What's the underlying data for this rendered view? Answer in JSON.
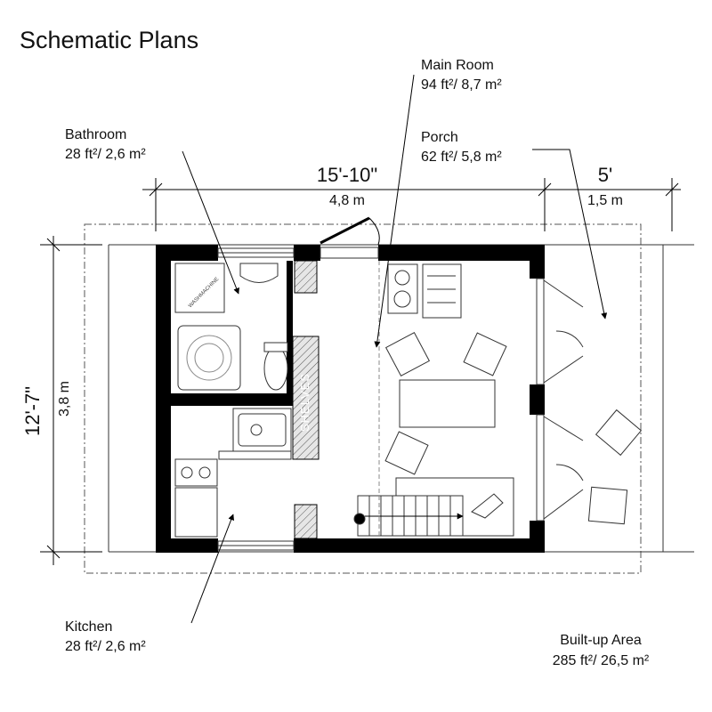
{
  "title": "Schematic Plans",
  "rooms": {
    "main_room": {
      "name": "Main Room",
      "area": "94 ft²/ 8,7 m²"
    },
    "bathroom": {
      "name": "Bathroom",
      "area": "28 ft²/ 2,6 m²"
    },
    "porch": {
      "name": "Porch",
      "area": "62 ft²/ 5,8 m²"
    },
    "kitchen": {
      "name": "Kitchen",
      "area": "28 ft²/ 2,6 m²"
    }
  },
  "built_up": {
    "name": "Built-up Area",
    "area": "285 ft²/ 26,5 m²"
  },
  "dimensions": {
    "width_imperial": "15'-10\"",
    "width_metric": "4,8 m",
    "porch_imperial": "5'",
    "porch_metric": "1,5 m",
    "depth_imperial": "12'-7\"",
    "depth_metric": "3,8 m"
  },
  "fixtures": {
    "washer": "WASHMACHINE",
    "shelves": "SHELVES"
  }
}
